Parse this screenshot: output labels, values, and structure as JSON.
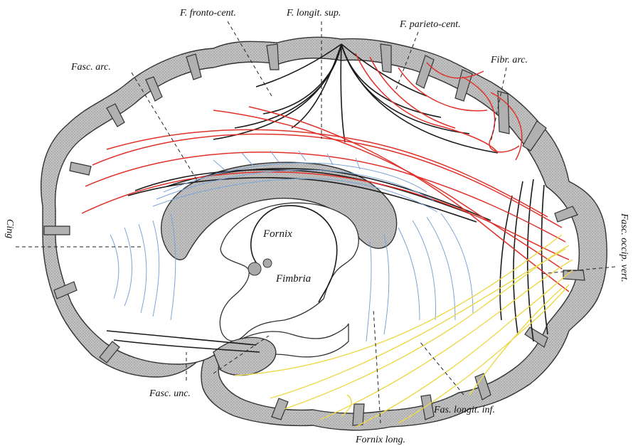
{
  "colors": {
    "association_fibers_red": "#e0312a",
    "cingulum_fibers_blue": "#7aa4d9",
    "occipital_fibers_yellow": "#ecd94b",
    "projection_fibers_black": "#1a1a1a",
    "cortex_gray": "#b8b8b8"
  },
  "labels": {
    "f_fronto_cent": "F. fronto-cent.",
    "f_longit_sup": "F. longit. sup.",
    "f_parieto_cent": "F. parieto-cent.",
    "fibr_arc": "Fibr. arc.",
    "fasc_arc": "Fasc. arc.",
    "cing": "Cing",
    "fornix": "Fornix",
    "fimbria": "Fimbria",
    "fasc_occip_vert": "Fasc. occip. vert.",
    "fasc_unc": "Fasc. unc.",
    "fas_longit_inf": "Fas. longit. inf.",
    "fornix_long": "Fornix long."
  }
}
